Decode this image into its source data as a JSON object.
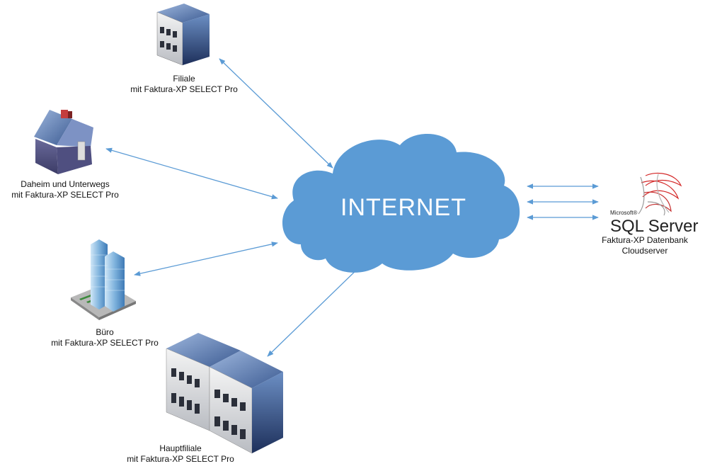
{
  "diagram": {
    "cloud": {
      "label": "INTERNET",
      "color": "#5b9bd5"
    },
    "arrow_color": "#5b9bd5",
    "nodes": {
      "filiale": {
        "line1": "Filiale",
        "line2": "mit Faktura-XP SELECT Pro"
      },
      "daheim": {
        "line1": "Daheim und Unterwegs",
        "line2": "mit Faktura-XP SELECT Pro"
      },
      "buero": {
        "line1": "Büro",
        "line2": "mit Faktura-XP SELECT Pro"
      },
      "hauptfiliale": {
        "line1": "Hauptfiliale",
        "line2": "mit Faktura-XP SELECT Pro"
      },
      "sql_server": {
        "logo_small": "Microsoft®",
        "logo_main": "SQL Server",
        "line1": "Faktura-XP Datenbank",
        "line2": "Cloudserver"
      }
    }
  }
}
